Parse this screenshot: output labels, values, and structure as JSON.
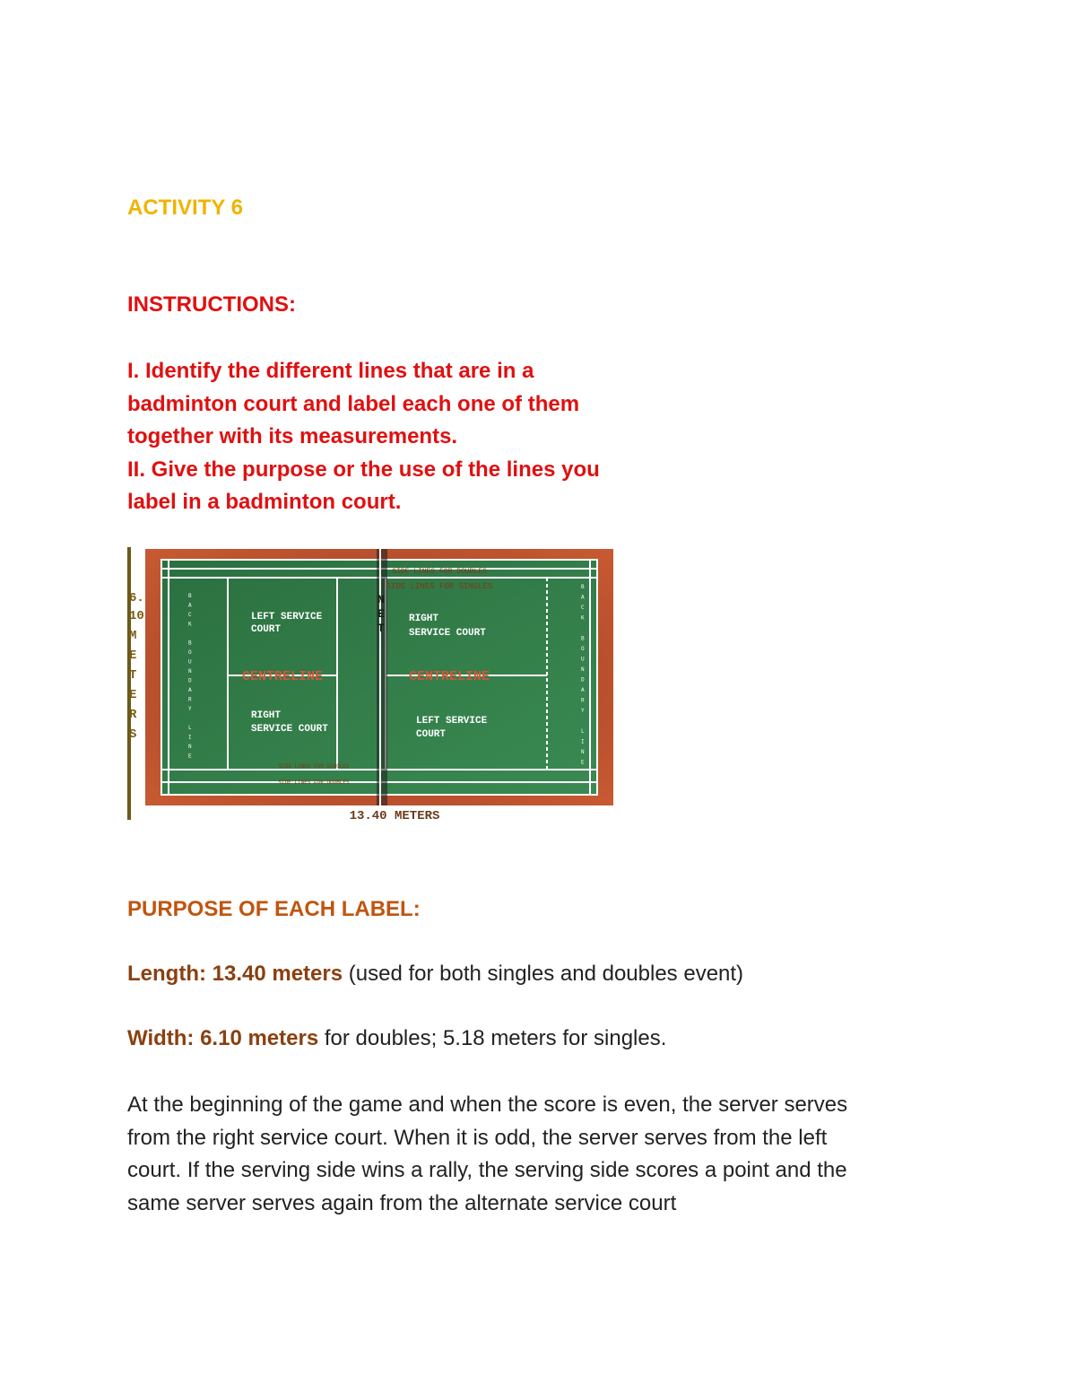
{
  "title": "ACTIVITY 6",
  "instructions": {
    "heading": "INSTRUCTIONS:",
    "lines": [
      "I. Identify the different lines that are in a",
      "badminton court and label each one of them",
      "together with its measurements.",
      "II. Give the purpose or the use of the lines you",
      "label in a badminton court."
    ]
  },
  "diagram": {
    "side_lines_doubles_top": "SIDE LINES FOR DOUBLES",
    "side_lines_singles_top": "SIDE LINES FOR SINGLES",
    "side_lines_singles_bottom": "SIDE LINES FOR SINGLES",
    "side_lines_doubles_bottom": "SIDE LINES FOR DOUBLES",
    "left_service_court_top": "LEFT SERVICE",
    "left_service_court_top_2": "COURT",
    "right_service_court_top": "RIGHT",
    "right_service_court_top_2": "SERVICE COURT",
    "right_service_court_bottom": "RIGHT",
    "right_service_court_bottom_2": "SERVICE COURT",
    "left_service_court_bottom": "LEFT SERVICE",
    "left_service_court_bottom_2": "COURT",
    "centreline_left": "CENTRELINE",
    "centreline_right": "CENTRELINE",
    "net_letters": [
      "N",
      "E",
      "T"
    ],
    "width_letters": [
      "6.",
      "10",
      "M",
      "E",
      "T",
      "E",
      "R",
      "S"
    ],
    "length_label": "13.40 METERS",
    "back_boundary_left": [
      "B",
      "A",
      "C",
      "K",
      "",
      "B",
      "O",
      "U",
      "N",
      "D",
      "A",
      "R",
      "Y",
      "",
      "L",
      "I",
      "N",
      "E"
    ],
    "back_boundary_right": [
      "B",
      "A",
      "C",
      "K",
      "",
      "B",
      "O",
      "U",
      "N",
      "D",
      "A",
      "R",
      "Y",
      "",
      "L",
      "I",
      "N",
      "E"
    ],
    "colors": {
      "surround": "#b84a2a",
      "court": "#2f7a45",
      "line": "#ffffff",
      "label": "#7a3a1a",
      "centreline": "#d2553a"
    }
  },
  "purpose": {
    "heading": "PURPOSE OF EACH LABEL:",
    "length_label": "Length: 13.40 meters",
    "length_rest": " (used for both singles and doubles event)",
    "width_label": "Width: 6.10 meters",
    "width_rest": " for doubles; 5.18 meters for singles.",
    "body_lines": [
      "At the beginning of the game and when the score is even, the server serves",
      "from the right service court. When it is odd, the server serves from the left",
      "court. If the serving side wins a rally, the serving side scores a point and the",
      "same server serves again from the alternate service court"
    ]
  }
}
